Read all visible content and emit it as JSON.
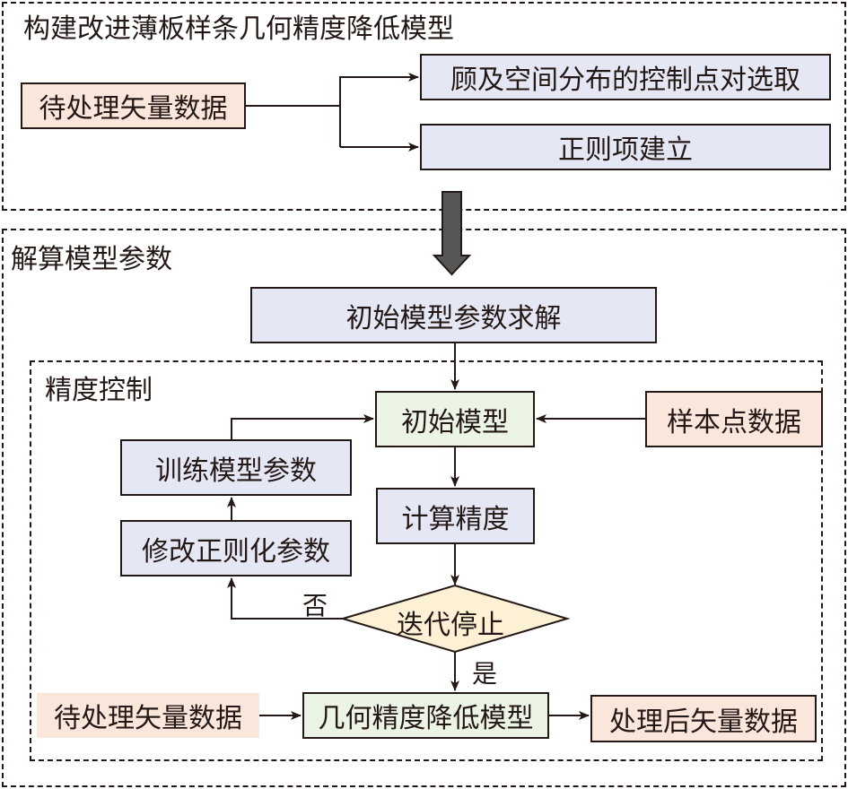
{
  "colors": {
    "input_box": "#fbe6dc",
    "process_box": "#e6e7f4",
    "model_box": "#ecf4e5",
    "decision": "#fdf1d5",
    "stroke": "#231815",
    "big_arrow": "#555856"
  },
  "section1": {
    "title": "构建改进薄板样条几何精度降低模型",
    "input": "待处理矢量数据",
    "outputs": [
      "顾及空间分布的控制点对选取",
      "正则项建立"
    ]
  },
  "section2": {
    "title": "解算模型参数",
    "initial_solve": "初始模型参数求解",
    "inner": {
      "title": "精度控制",
      "initial_model": "初始模型",
      "sample_data": "样本点数据",
      "train_params": "训练模型参数",
      "compute_accuracy": "计算精度",
      "modify_params": "修改正则化参数",
      "decision": "迭代停止",
      "no_label": "否",
      "yes_label": "是",
      "pending_data": "待处理矢量数据",
      "reduce_model": "几何精度降低模型",
      "processed_data": "处理后矢量数据"
    }
  }
}
